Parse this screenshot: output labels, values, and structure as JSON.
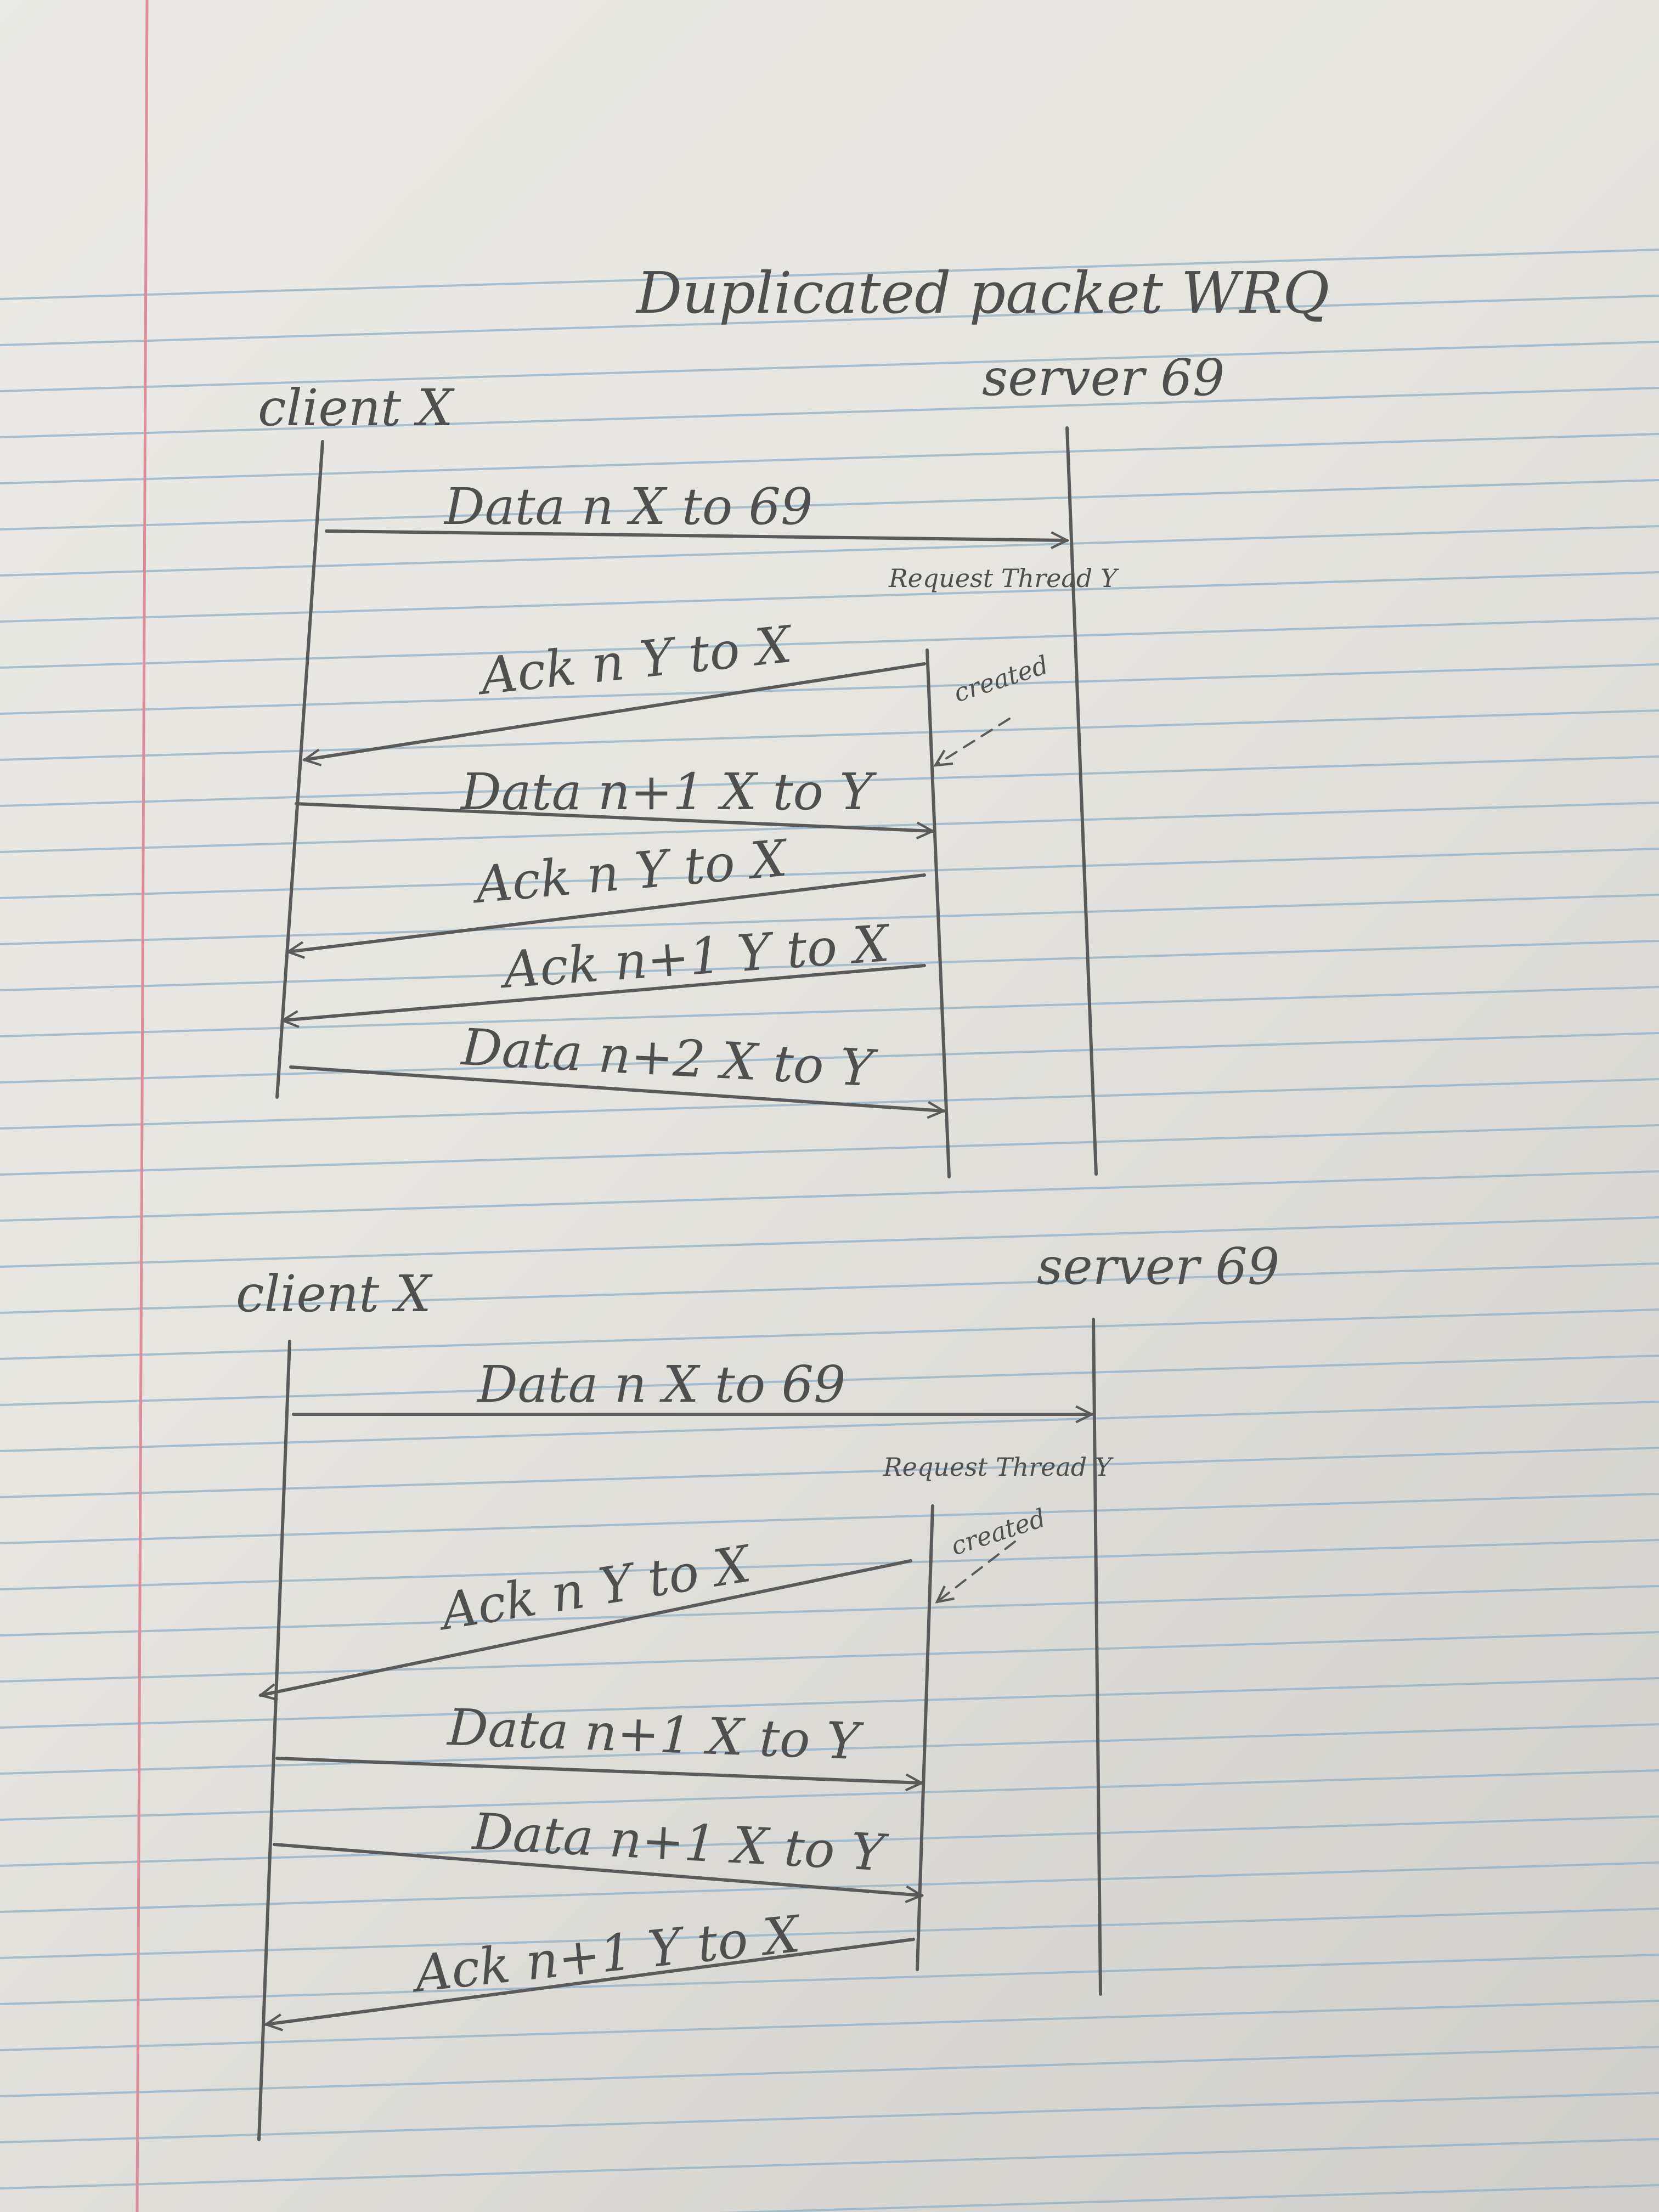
{
  "title": "Duplicated packet WRQ",
  "diagrams": [
    {
      "client_label": "client X",
      "server_label": "server 69",
      "thread_label": "Request Thread Y",
      "created_label": "created",
      "messages": [
        {
          "label": "Data n   X to 69",
          "from": "client",
          "to": "server"
        },
        {
          "label": "Ack n   Y to X",
          "from": "thread",
          "to": "client"
        },
        {
          "label": "Data n+1   X to Y",
          "from": "client",
          "to": "thread"
        },
        {
          "label": "Ack n   Y to X",
          "from": "thread",
          "to": "client"
        },
        {
          "label": "Ack n+1  Y to X",
          "from": "thread",
          "to": "client"
        },
        {
          "label": "Data n+2  X to Y",
          "from": "client",
          "to": "thread"
        }
      ]
    },
    {
      "client_label": "client X",
      "server_label": "server 69",
      "thread_label": "Request Thread Y",
      "created_label": "created",
      "messages": [
        {
          "label": "Data n   X to 69",
          "from": "client",
          "to": "server"
        },
        {
          "label": "Ack n   Y to X",
          "from": "thread",
          "to": "client"
        },
        {
          "label": "Data n+1   X to Y",
          "from": "client",
          "to": "thread"
        },
        {
          "label": "Data n+1   X to Y",
          "from": "client",
          "to": "thread"
        },
        {
          "label": "Ack n+1  Y to X",
          "from": "thread",
          "to": "client"
        }
      ]
    }
  ]
}
